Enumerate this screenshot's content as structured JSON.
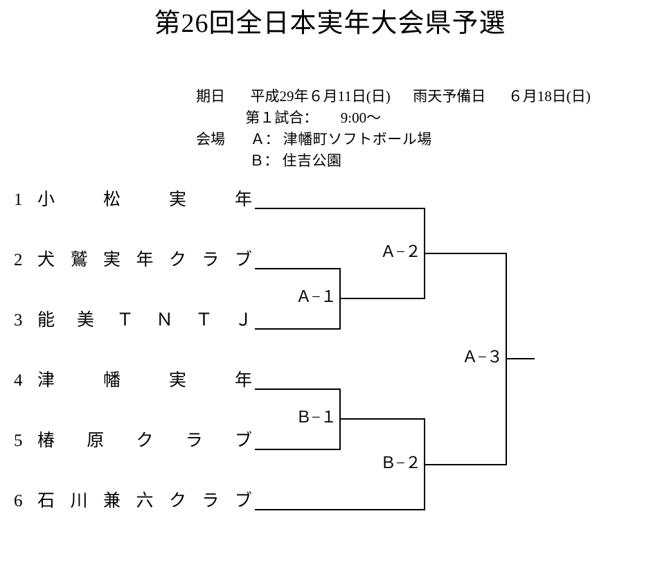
{
  "title": "第26回全日本実年大会県予選",
  "info": {
    "date_label": "期日",
    "date_value": "平成29年６月11日(日)",
    "rain_label": "雨天予備日",
    "rain_value": "６月18日(日)",
    "first_game_label": "第１試合：",
    "first_game_value": "9:00〜",
    "venue_label": "会場",
    "venues": [
      {
        "code": "Ａ：",
        "name": "津幡町ソフトボール場"
      },
      {
        "code": "Ｂ：",
        "name": "住吉公園"
      }
    ]
  },
  "bracket": {
    "teams": [
      {
        "seed": "1",
        "chars": [
          "小",
          "松",
          "実",
          "年"
        ]
      },
      {
        "seed": "2",
        "chars": [
          "犬",
          "鷲",
          "実",
          "年",
          "ク",
          "ラ",
          "ブ"
        ]
      },
      {
        "seed": "3",
        "chars": [
          "能",
          "美",
          "Ｔ",
          "Ｎ",
          "Ｔ",
          "Ｊ"
        ]
      },
      {
        "seed": "4",
        "chars": [
          "津",
          "幡",
          "実",
          "年"
        ]
      },
      {
        "seed": "5",
        "chars": [
          "椿",
          "原",
          "ク",
          "ラ",
          "ブ"
        ]
      },
      {
        "seed": "6",
        "chars": [
          "石",
          "川",
          "兼",
          "六",
          "ク",
          "ラ",
          "ブ"
        ]
      }
    ],
    "matches": [
      {
        "id": "a1",
        "label": "Ａ−１"
      },
      {
        "id": "a2",
        "label": "Ａ−２"
      },
      {
        "id": "b1",
        "label": "Ｂ−１"
      },
      {
        "id": "b2",
        "label": "Ｂ−２"
      },
      {
        "id": "a3",
        "label": "Ａ−３"
      }
    ]
  }
}
